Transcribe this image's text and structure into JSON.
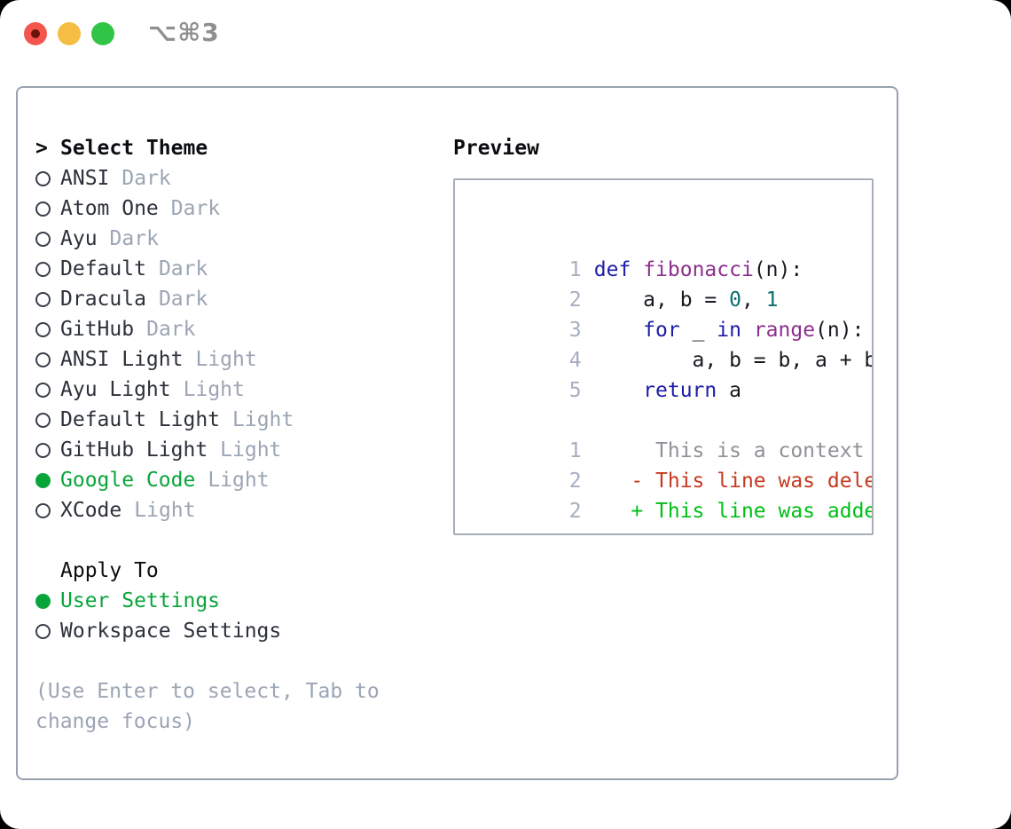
{
  "window": {
    "title": "⌥⌘3"
  },
  "traffic_lights": {
    "close_color": "#f4554d",
    "minimize_color": "#f5bd42",
    "zoom_color": "#30c546"
  },
  "colors": {
    "accent_green": "#09a53b",
    "muted_gray": "#9ba5b4",
    "panel_border": "#99a1ae",
    "keyword_blue": "#1d1da8",
    "function_purple": "#8d2f8d",
    "literal_teal": "#0c6f6d",
    "diff_deleted_red": "#c63a20",
    "diff_added_green": "#00bf17"
  },
  "theme_panel": {
    "header_prefix": ">",
    "header": "Select Theme",
    "items": [
      {
        "name": "ANSI",
        "variant": "Dark",
        "selected": false
      },
      {
        "name": "Atom One",
        "variant": "Dark",
        "selected": false
      },
      {
        "name": "Ayu",
        "variant": "Dark",
        "selected": false
      },
      {
        "name": "Default",
        "variant": "Dark",
        "selected": false
      },
      {
        "name": "Dracula",
        "variant": "Dark",
        "selected": false
      },
      {
        "name": "GitHub",
        "variant": "Dark",
        "selected": false
      },
      {
        "name": "ANSI Light",
        "variant": "Light",
        "selected": false
      },
      {
        "name": "Ayu Light",
        "variant": "Light",
        "selected": false
      },
      {
        "name": "Default Light",
        "variant": "Light",
        "selected": false
      },
      {
        "name": "GitHub Light",
        "variant": "Light",
        "selected": false
      },
      {
        "name": "Google Code",
        "variant": "Light",
        "selected": true
      },
      {
        "name": "XCode",
        "variant": "Light",
        "selected": false
      }
    ]
  },
  "apply_to": {
    "header": "Apply To",
    "options": [
      {
        "label": "User Settings",
        "selected": true
      },
      {
        "label": "Workspace Settings",
        "selected": false
      }
    ]
  },
  "help": {
    "line1": "(Use Enter to select, Tab to",
    "line2": "change focus)"
  },
  "preview": {
    "header": "Preview",
    "code_lines": [
      {
        "num": "1",
        "segments": [
          {
            "t": "def"
          },
          {
            "t": " "
          },
          {
            "t": "fibonacci"
          },
          {
            "t": "(n):"
          }
        ]
      },
      {
        "num": "2",
        "segments": [
          {
            "t": "    a, b = "
          },
          {
            "t": "0"
          },
          {
            "t": ", "
          },
          {
            "t": "1"
          }
        ]
      },
      {
        "num": "3",
        "segments": [
          {
            "t": "    "
          },
          {
            "t": "for"
          },
          {
            "t": " _ "
          },
          {
            "t": "in"
          },
          {
            "t": " "
          },
          {
            "t": "range"
          },
          {
            "t": "(n):"
          }
        ]
      },
      {
        "num": "4",
        "segments": [
          {
            "t": "        a, b = b, a + b"
          }
        ]
      },
      {
        "num": "5",
        "segments": [
          {
            "t": "    "
          },
          {
            "t": "return"
          },
          {
            "t": " a"
          }
        ]
      }
    ],
    "diff_lines": [
      {
        "num": "1",
        "text": "     This is a context line.",
        "kind": "context"
      },
      {
        "num": "2",
        "text": "   - This line was deleted.",
        "kind": "deleted"
      },
      {
        "num": "2",
        "text": "   + This line was added.",
        "kind": "added"
      }
    ]
  }
}
